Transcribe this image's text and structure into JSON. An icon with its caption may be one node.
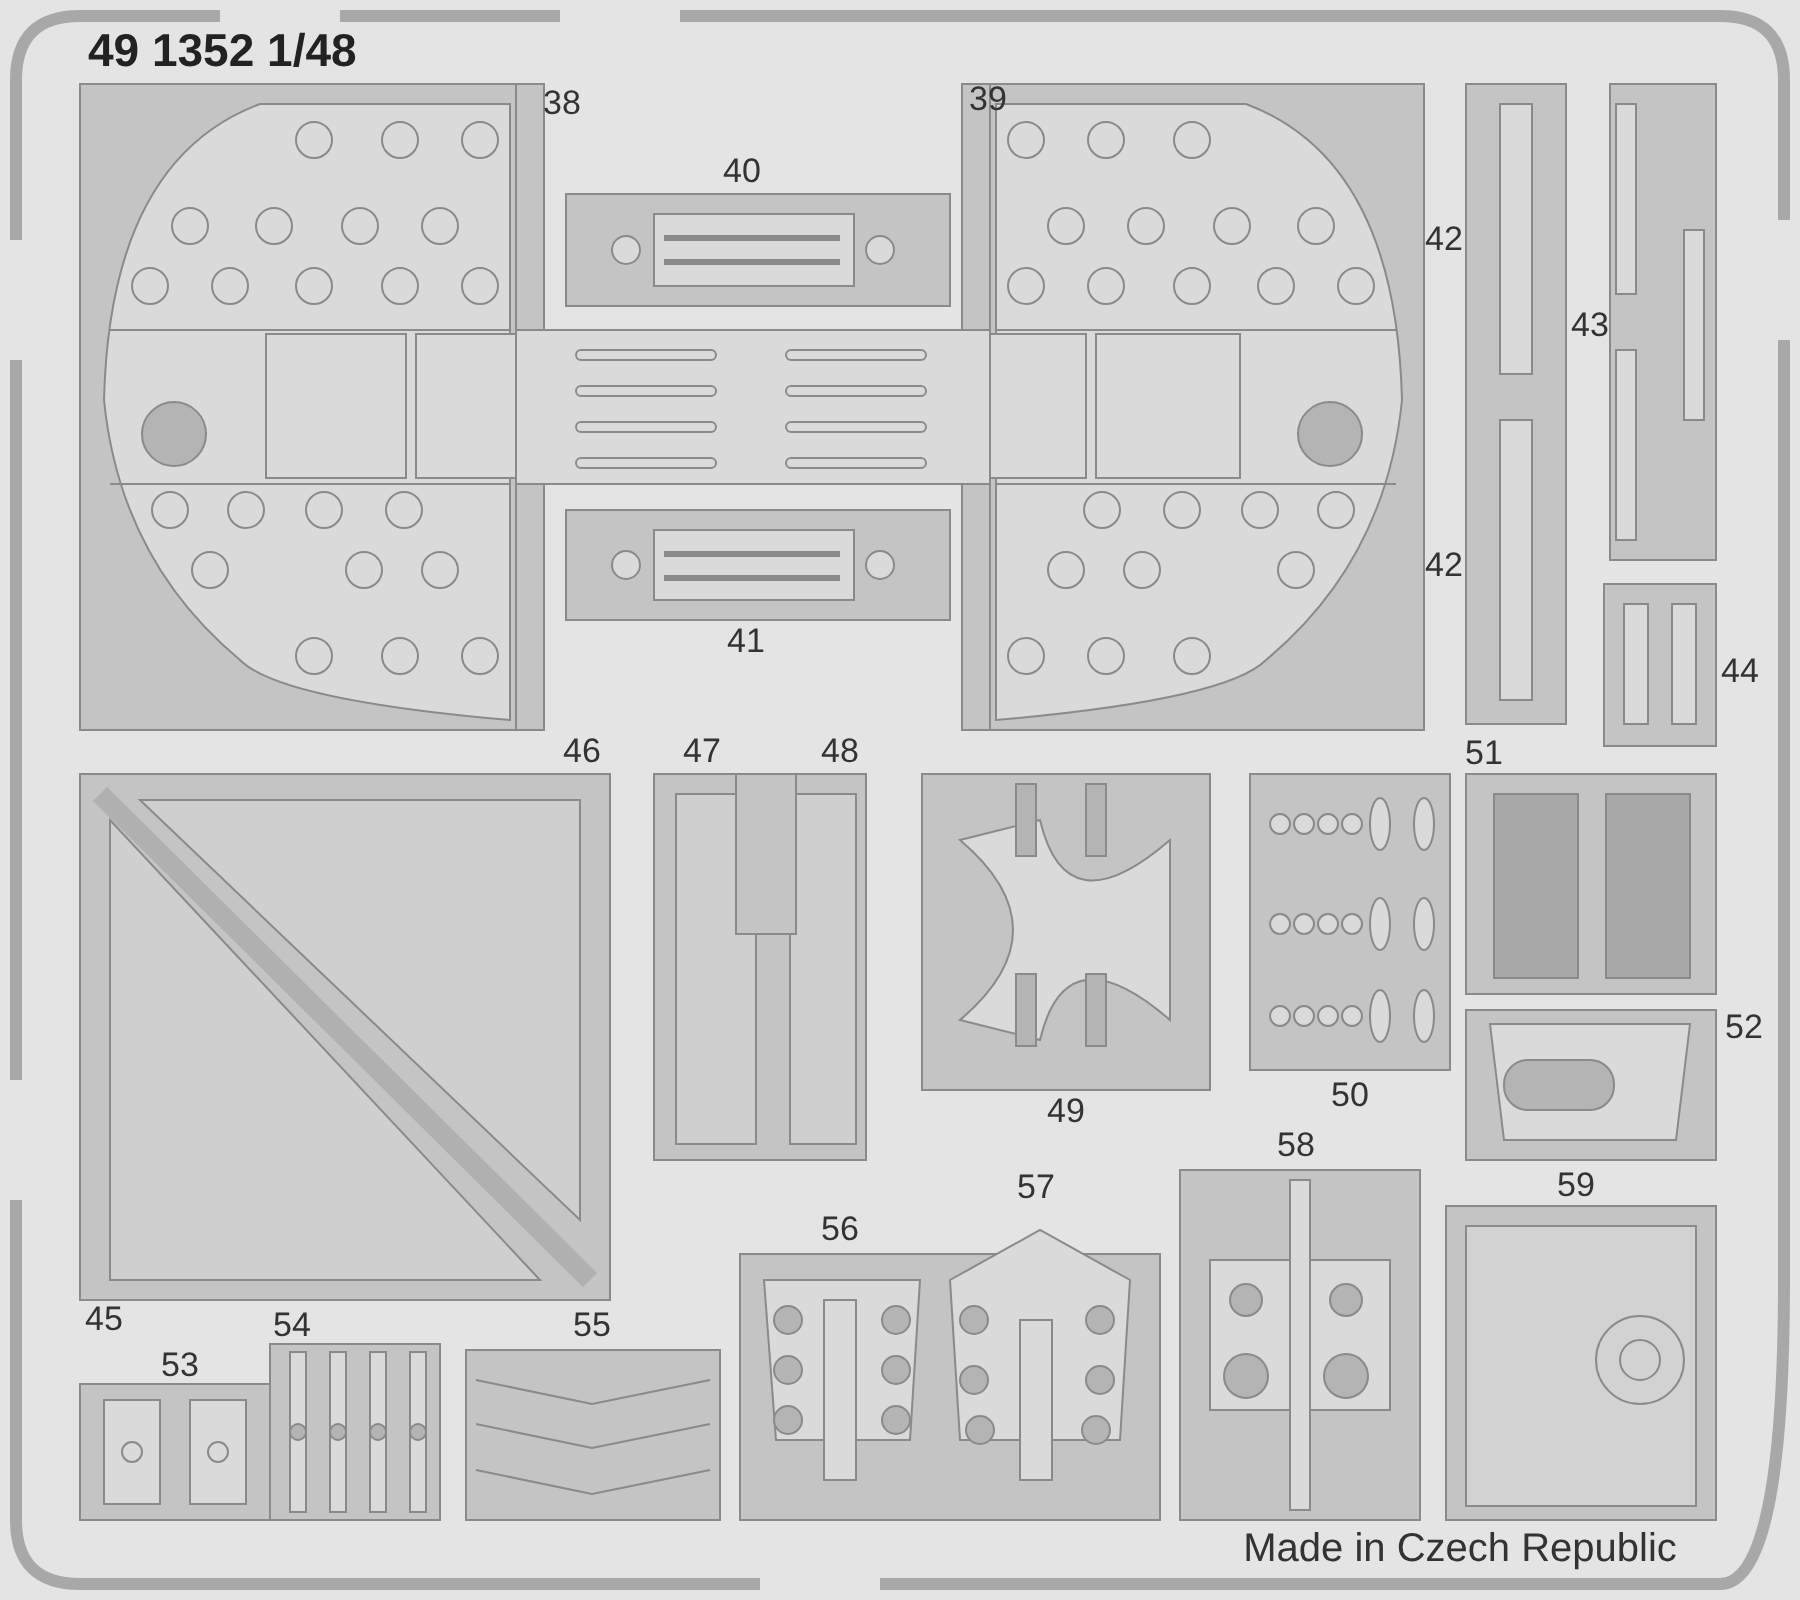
{
  "diagram": {
    "title": "49 1352 1/48",
    "labels": [
      "38",
      "39",
      "40",
      "41",
      "42",
      "43",
      "42",
      "44",
      "46",
      "47",
      "48",
      "51",
      "49",
      "50",
      "52",
      "45",
      "53",
      "54",
      "55",
      "56",
      "57",
      "58",
      "59",
      "Made in Czech Republic"
    ]
  }
}
